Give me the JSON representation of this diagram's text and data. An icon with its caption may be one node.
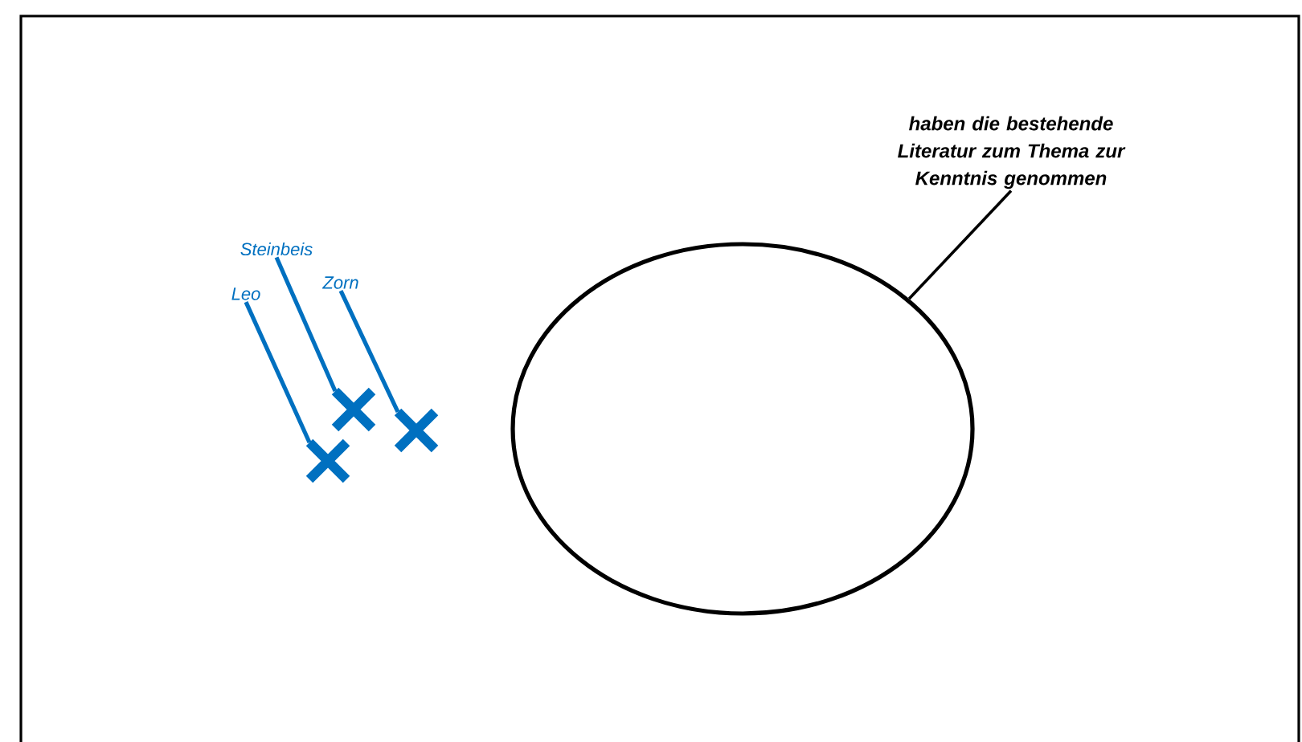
{
  "diagram": {
    "nodes": [
      {
        "text": [
          "haben die bestehende Literatur zum Thema zur Kenntnis genommen"
        ]
      },
      {
        "text": [],
        "shape": "ellipse"
      },
      {
        "text": [
          "Steinbeis"
        ]
      },
      {
        "text": [
          "Zorn"
        ]
      },
      {
        "text": [
          "Leo"
        ]
      },
      {
        "text": [],
        "shape": "cross"
      },
      {
        "text": [],
        "shape": "cross"
      },
      {
        "text": [],
        "shape": "cross"
      }
    ],
    "edges": [
      {
        "from": 0,
        "to": 1,
        "arrow": "none",
        "color": "#000000"
      },
      {
        "from": 2,
        "to": 6,
        "arrow": "none"
      },
      {
        "from": 3,
        "to": 7,
        "arrow": "none"
      },
      {
        "from": 4,
        "to": 5,
        "arrow": "none"
      }
    ]
  }
}
